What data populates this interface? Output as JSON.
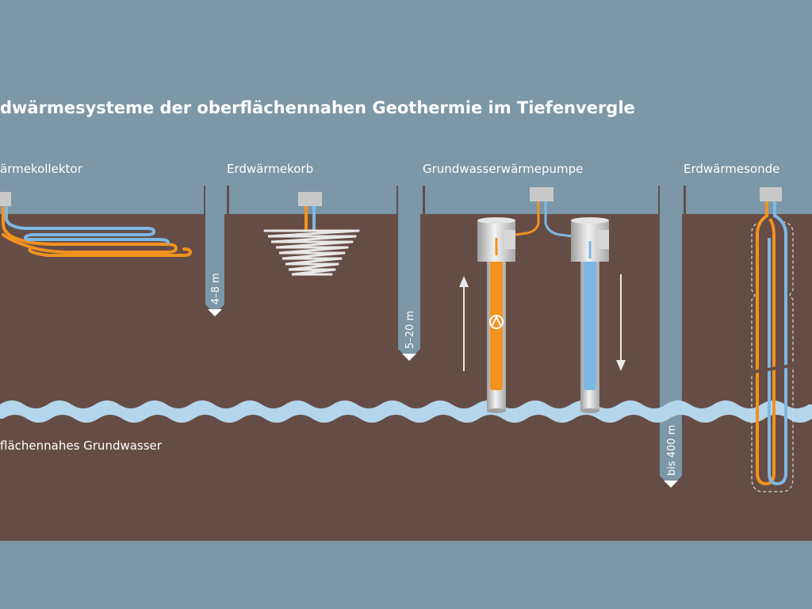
{
  "title": "dwärmesysteme der oberflächennahen Geothermie im Tiefenvergle",
  "systems": [
    {
      "label": "ärmekollektor"
    },
    {
      "label": "Erdwärmekorb"
    },
    {
      "label": "Grundwasserwärmepumpe"
    },
    {
      "label": "Erdwärmesonde"
    }
  ],
  "depths": [
    {
      "label": "4–8 m"
    },
    {
      "label": "5–20 m"
    },
    {
      "label": "bis 400 m"
    }
  ],
  "groundwater_label": "flächennahes Grundwasser",
  "colors": {
    "sky": "#7b97a8",
    "soil": "#654d46",
    "water": "#b4d6ec",
    "warm_pipe": "#f2921f",
    "cold_pipe": "#7cb8e4",
    "box": "#c9c9c9"
  },
  "icons": [
    "pump-icon",
    "flow-up-arrow",
    "flow-down-arrow"
  ]
}
